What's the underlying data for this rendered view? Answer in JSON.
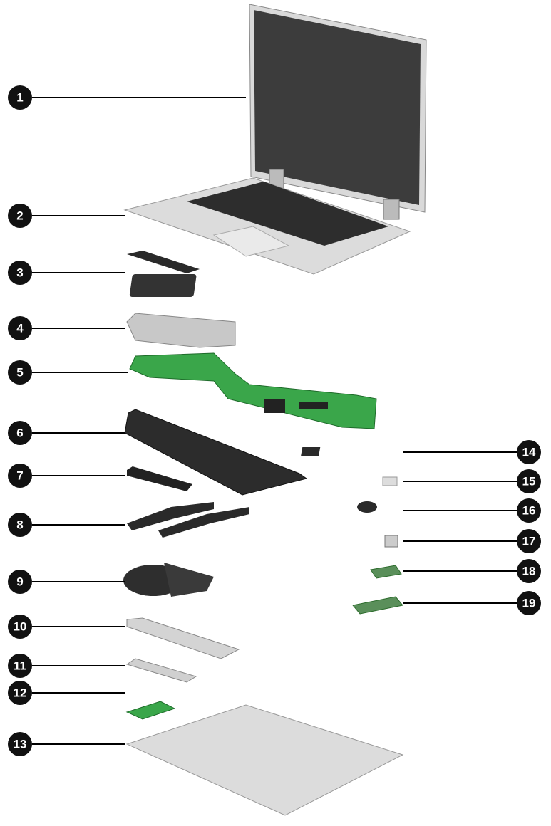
{
  "diagram": {
    "left_callouts": [
      "1",
      "2",
      "3",
      "4",
      "5",
      "6",
      "7",
      "8",
      "9",
      "10",
      "11",
      "12",
      "13"
    ],
    "right_callouts": [
      "14",
      "15",
      "16",
      "17",
      "18",
      "19"
    ],
    "colors": {
      "board": "#3aa64a",
      "display": "#3a3a3a",
      "chassis": "#d6d6d6",
      "callout": "#111111"
    }
  }
}
